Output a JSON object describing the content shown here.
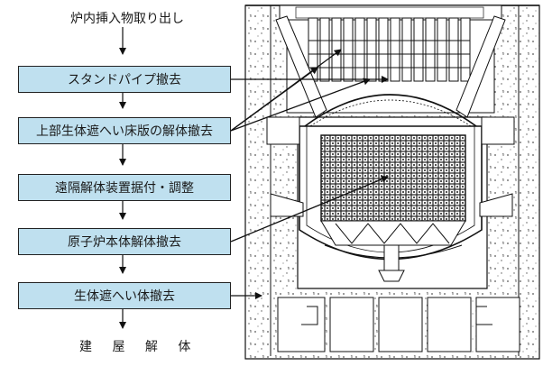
{
  "colors": {
    "box_fill": "#bfe0ef",
    "line": "#111111"
  },
  "flow": {
    "start": "炉内挿入物取り出し",
    "steps": [
      "スタンドパイプ撤去",
      "上部生体遮へい床版の解体撤去",
      "遠隔解体装置据付・調整",
      "原子炉本体解体撤去",
      "生体遮へい体撤去"
    ],
    "end": "建 屋 解 体"
  }
}
